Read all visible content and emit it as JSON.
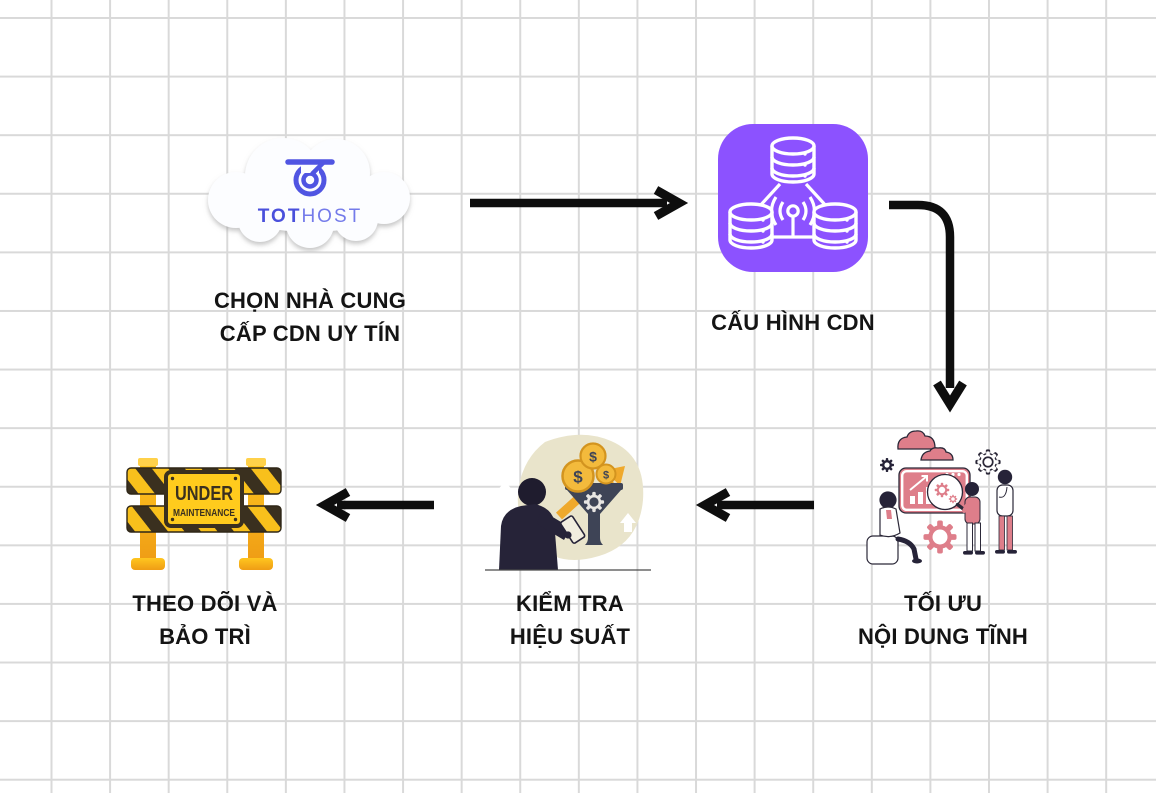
{
  "nodes": {
    "provider": {
      "line1": "CHỌN NHÀ CUNG",
      "line2": "CẤP CDN UY TÍN",
      "logo_bold": "TOT",
      "logo_light": "HOST"
    },
    "configure": {
      "line1": "CẤU HÌNH CDN"
    },
    "optimize": {
      "line1": "TỐI ƯU",
      "line2": "NỘI DUNG TĨNH"
    },
    "test": {
      "line1": "KIỂM TRA",
      "line2": "HIỆU SUẤT",
      "coin_symbol": "$"
    },
    "maintain": {
      "line1": "THEO DÕI VÀ",
      "line2": "BẢO TRÌ",
      "sign_line1": "UNDER",
      "sign_line2": "MAINTENANCE"
    }
  },
  "colors": {
    "accent_purple": "#8C52FF",
    "logo_blue": "#5055E2",
    "illustration_rose": "#DE7E8A",
    "illustration_navy": "#262338",
    "coin_gold": "#F3BA3C",
    "blob_beige": "#E9E4CB",
    "barrier_yellow": "#F8C01C",
    "barrier_dark": "#3A301F",
    "arrow_black": "#0E0E0E",
    "grid_line": "#D9D9D9",
    "label_text": "#141414"
  }
}
